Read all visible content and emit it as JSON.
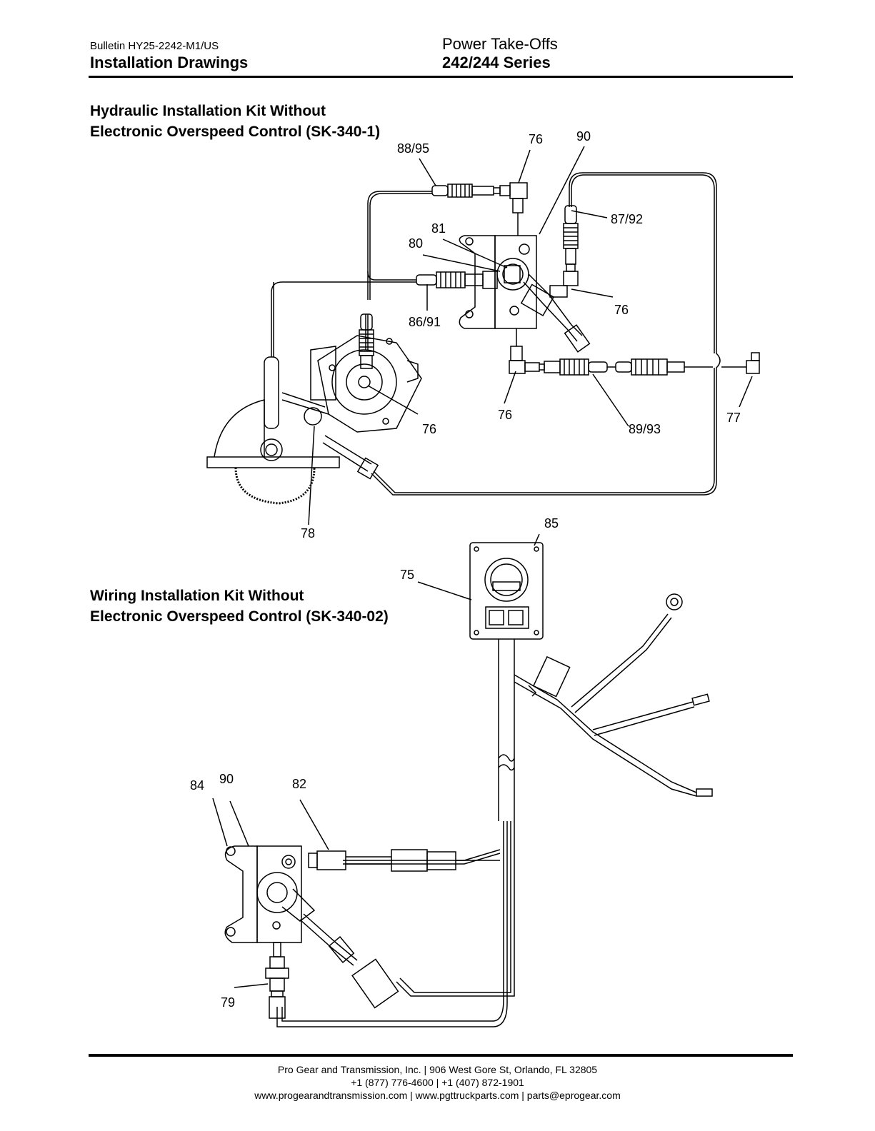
{
  "header": {
    "bulletin": "Bulletin HY25-2242-M1/US",
    "section": "Installation Drawings",
    "product": "Power Take-Offs",
    "series": "242/244 Series"
  },
  "sections": {
    "hydraulic_title_line1": "Hydraulic Installation Kit Without",
    "hydraulic_title_line2": "Electronic Overspeed Control (SK-340-1)",
    "wiring_title_line1": "Wiring Installation Kit Without",
    "wiring_title_line2": "Electronic Overspeed Control (SK-340-02)"
  },
  "callouts": {
    "c76_top": "76",
    "c90_top": "90",
    "c88_95": "88/95",
    "c87_92": "87/92",
    "c81": "81",
    "c80": "80",
    "c76_right": "76",
    "c86_91": "86/91",
    "c76_pump": "76",
    "c76_bottom": "76",
    "c89_93": "89/93",
    "c77": "77",
    "c78": "78",
    "c85": "85",
    "c75": "75",
    "c84": "84",
    "c90_bottom": "90",
    "c82": "82",
    "c79": "79"
  },
  "footer": {
    "line1": "Pro Gear and Transmission, Inc. | 906 West Gore St, Orlando, FL  32805",
    "line2": "+1 (877) 776-4600 | +1 (407) 872-1901",
    "line3": "www.progearandtransmission.com | www.pgttruckparts.com | parts@eprogear.com"
  }
}
